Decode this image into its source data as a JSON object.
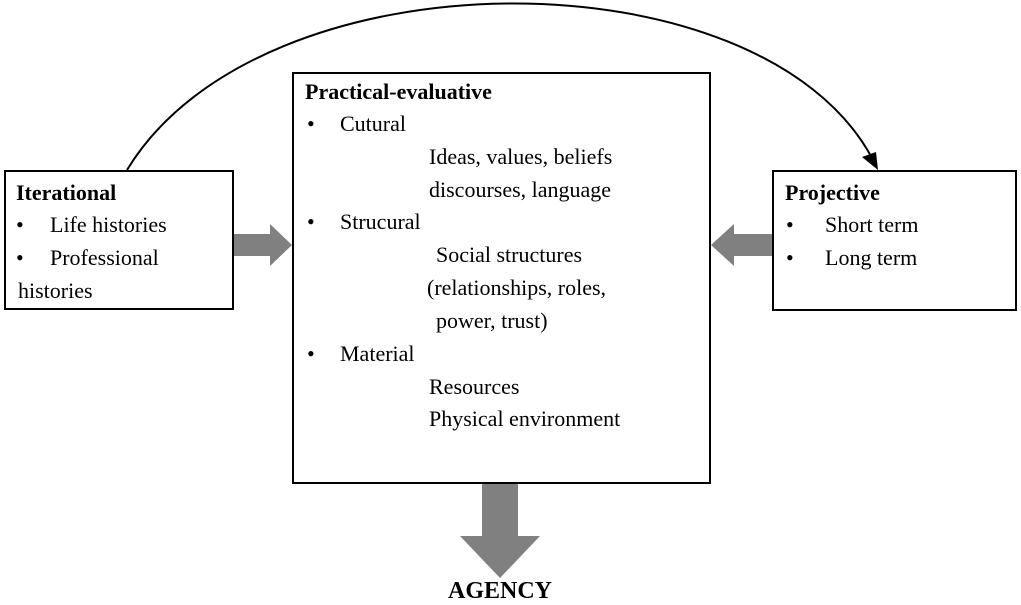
{
  "iterational": {
    "title": "Iterational",
    "items": [
      "Life histories",
      "Professional",
      "histories"
    ]
  },
  "practical": {
    "title": "Practical-evaluative",
    "cultural": {
      "label": "Cutural",
      "lines": [
        "Ideas, values, beliefs",
        "discourses, language"
      ]
    },
    "structural": {
      "label": "Strucural",
      "lines": [
        "Social structures",
        "(relationships,  roles,",
        "power, trust)"
      ]
    },
    "material": {
      "label": "Material",
      "lines": [
        "Resources",
        "Physical environment"
      ]
    }
  },
  "projective": {
    "title": "Projective",
    "items": [
      "Short term",
      "Long term"
    ]
  },
  "outcome": {
    "label": "AGENCY"
  },
  "bullet": "•",
  "colors": {
    "arrow_fill": "#808080",
    "line": "#000000"
  }
}
